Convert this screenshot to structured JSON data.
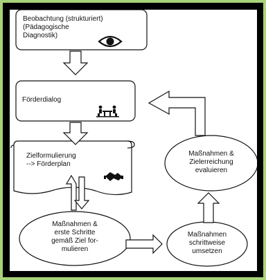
{
  "nodes": {
    "observation": {
      "lines": [
        "Beobachtung (strukturiert)",
        "(Pädagogische",
        "Diagnostik)"
      ],
      "icon": "eye-icon"
    },
    "dialog": {
      "lines": [
        "Förderdialog"
      ],
      "icon": "meeting-icon"
    },
    "goal": {
      "lines": [
        "Zielformulierung",
        "--> Förderplan"
      ],
      "icon": "handshake-icon"
    },
    "measures": {
      "lines": [
        "Maßnahmen &",
        "erste Schritte",
        "gemäß Ziel for-",
        "mulieren"
      ]
    },
    "implement": {
      "lines": [
        "Maßnahmen",
        "schrittweise",
        "umsetzen"
      ]
    },
    "evaluate": {
      "lines": [
        "Maßnahmen &",
        "Zielerreichung",
        "evaluieren"
      ]
    }
  },
  "colors": {
    "outer_background": "#a9d37a",
    "frame": "#000000",
    "canvas": "#ffffff",
    "stroke": "#111111"
  }
}
